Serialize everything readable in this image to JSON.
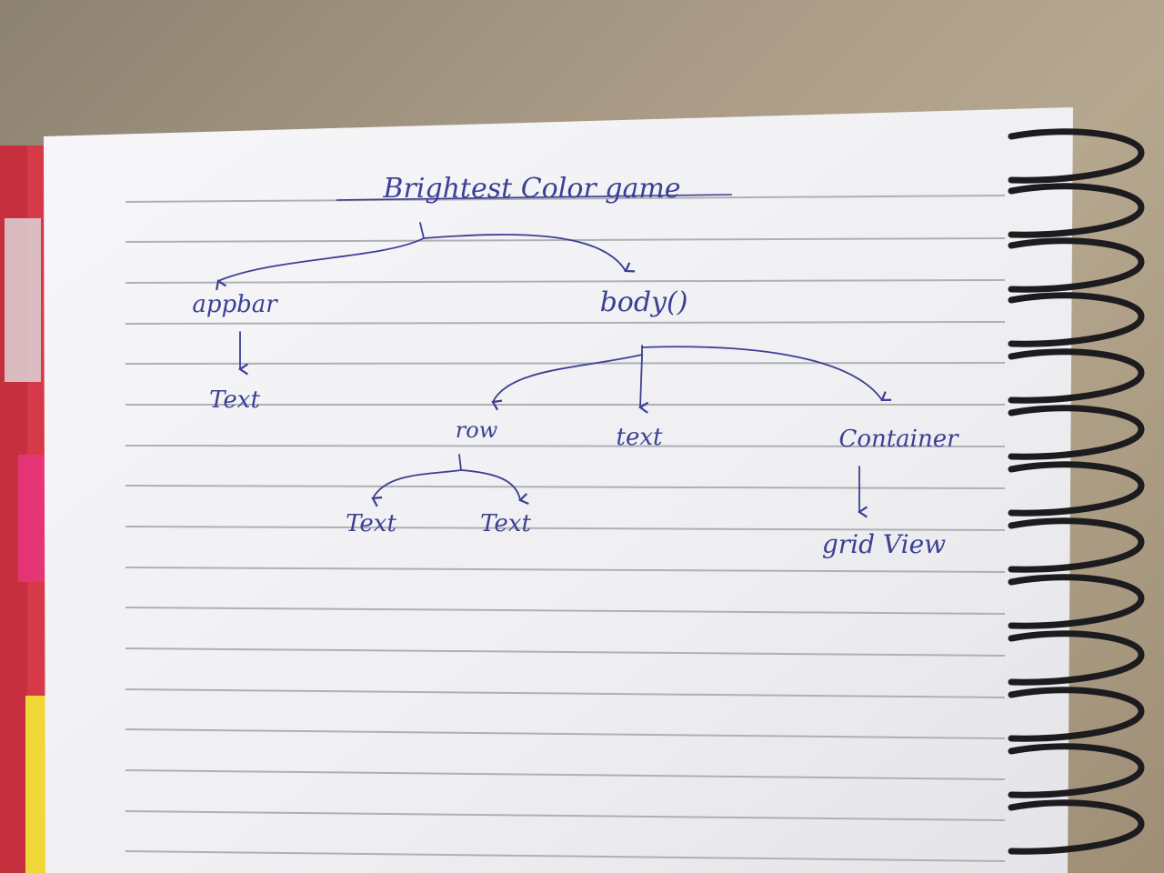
{
  "diagram": {
    "title": "Brightest Color game",
    "nodes": {
      "appbar": "appbar",
      "appbar_text": "Text",
      "body": "body()",
      "row": "row",
      "body_text": "text",
      "container": "Container",
      "row_text_1": "Text",
      "row_text_2": "Text",
      "grid_view": "grid View"
    }
  },
  "colors": {
    "ink": "#3c3f94",
    "paper": "#f6f6f8",
    "rule": "#aeb0b4",
    "spiral": "#1c1c1e"
  }
}
